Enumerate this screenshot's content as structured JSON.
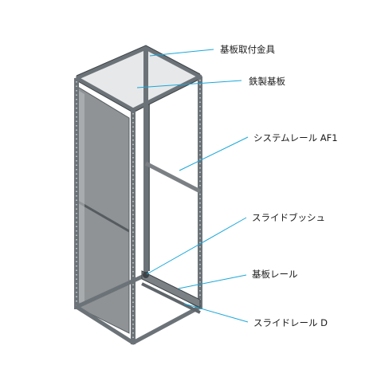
{
  "labels": {
    "mounting_bracket": "基板取付金具",
    "steel_plate": "鉄製基板",
    "system_rail": "システムレール AF1",
    "slide_bush": "スライドブッシュ",
    "plate_rail": "基板レール",
    "slide_rail": "スライドレール D"
  },
  "colors": {
    "leader": "#1aa7d9",
    "frame": "#6c7378",
    "frame_dark": "#3c4246",
    "panel": "#8f9396",
    "panel_light": "#b9bcbe",
    "rail": "#7a8084"
  }
}
